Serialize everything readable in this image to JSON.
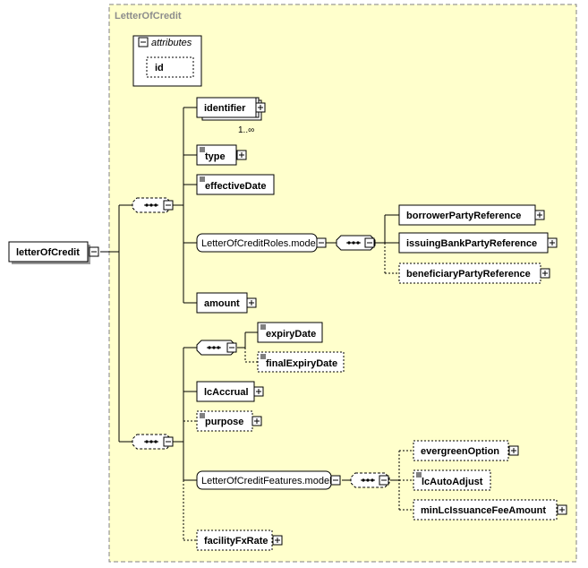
{
  "colors": {
    "panel_fill": "#ffffcc",
    "panel_border": "#808080",
    "line": "#000000",
    "node_fill": "#ffffff",
    "shadow": "#999999"
  },
  "group_title": "LetterOfCredit",
  "attributes": {
    "title": "attributes",
    "items": [
      "id"
    ]
  },
  "root": "letterOfCredit",
  "seq1": {
    "identifier": "identifier",
    "identifier_occurs": "1..∞",
    "type": "type",
    "effectiveDate": "effectiveDate",
    "roles_model": "LetterOfCreditRoles.model",
    "roles": [
      "borrowerPartyReference",
      "issuingBankPartyReference",
      "beneficiaryPartyReference"
    ],
    "amount": "amount"
  },
  "seq2": {
    "expiry": [
      "expiryDate",
      "finalExpiryDate"
    ],
    "lcAccrual": "lcAccrual",
    "purpose": "purpose",
    "features_model": "LetterOfCreditFeatures.model",
    "features": [
      "evergreenOption",
      "lcAutoAdjust",
      "minLcIssuanceFeeAmount"
    ],
    "facilityFxRate": "facilityFxRate"
  }
}
